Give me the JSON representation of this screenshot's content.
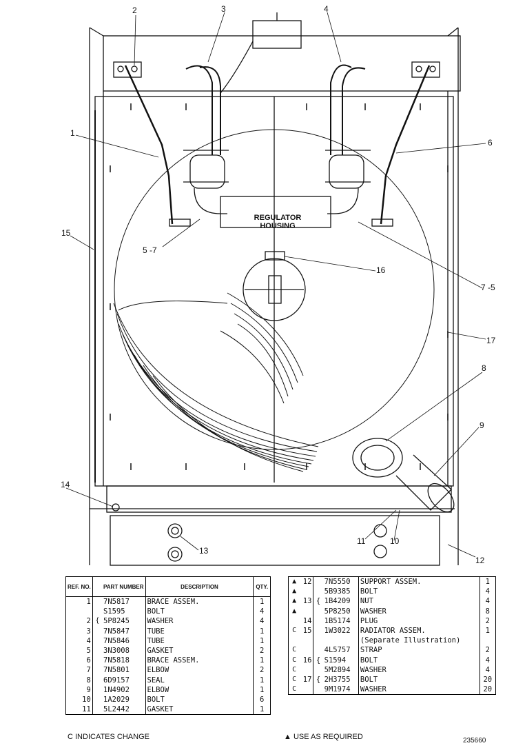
{
  "drawing": {
    "label_regulator": "REGULATOR",
    "label_housing": "HOUSING",
    "callouts": [
      {
        "id": "c2",
        "text": "2"
      },
      {
        "id": "c3",
        "text": "3"
      },
      {
        "id": "c4",
        "text": "4"
      },
      {
        "id": "c1",
        "text": "1"
      },
      {
        "id": "c6",
        "text": "6"
      },
      {
        "id": "c15",
        "text": "15"
      },
      {
        "id": "c57",
        "text": "5 -7"
      },
      {
        "id": "c75",
        "text": "7 -5"
      },
      {
        "id": "c16",
        "text": "16"
      },
      {
        "id": "c17",
        "text": "17"
      },
      {
        "id": "c8",
        "text": "8"
      },
      {
        "id": "c9",
        "text": "9"
      },
      {
        "id": "c14",
        "text": "14"
      },
      {
        "id": "c13",
        "text": "13"
      },
      {
        "id": "c11",
        "text": "11"
      },
      {
        "id": "c10",
        "text": "10"
      },
      {
        "id": "c12",
        "text": "12"
      }
    ]
  },
  "left_table": {
    "headers": {
      "ref": "REF. NO.",
      "part": "PART NUMBER",
      "desc": "DESCRIPTION",
      "qty": "QTY."
    },
    "rows": [
      {
        "ref": "1",
        "grp": "",
        "pn": "7N5817",
        "desc": "BRACE ASSEM.",
        "qty": "1"
      },
      {
        "ref": "",
        "grp": "",
        "pn": "S1595",
        "desc": "BOLT",
        "qty": "4"
      },
      {
        "ref": "2",
        "grp": "{",
        "pn": "5P8245",
        "desc": "WASHER",
        "qty": "4"
      },
      {
        "ref": "3",
        "grp": "",
        "pn": "7N5847",
        "desc": "TUBE",
        "qty": "1"
      },
      {
        "ref": "4",
        "grp": "",
        "pn": "7N5846",
        "desc": "TUBE",
        "qty": "1"
      },
      {
        "ref": "5",
        "grp": "",
        "pn": "3N3008",
        "desc": "GASKET",
        "qty": "2"
      },
      {
        "ref": "6",
        "grp": "",
        "pn": "7N5818",
        "desc": "BRACE ASSEM.",
        "qty": "1"
      },
      {
        "ref": "7",
        "grp": "",
        "pn": "7N5801",
        "desc": "ELBOW",
        "qty": "2"
      },
      {
        "ref": "8",
        "grp": "",
        "pn": "6D9157",
        "desc": "SEAL",
        "qty": "1"
      },
      {
        "ref": "9",
        "grp": "",
        "pn": "1N4902",
        "desc": "ELBOW",
        "qty": "1"
      },
      {
        "ref": "10",
        "grp": "",
        "pn": "1A2029",
        "desc": "BOLT",
        "qty": "6"
      },
      {
        "ref": "11",
        "grp": "",
        "pn": "5L2442",
        "desc": "GASKET",
        "qty": "1"
      }
    ]
  },
  "right_table": {
    "rows": [
      {
        "ch": "▲",
        "ref": "12",
        "grp": "",
        "pn": "7N5550",
        "desc": "SUPPORT ASSEM.",
        "qty": "1"
      },
      {
        "ch": "▲",
        "ref": "",
        "grp": "",
        "pn": "5B9385",
        "desc": "BOLT",
        "qty": "4"
      },
      {
        "ch": "▲",
        "ref": "13",
        "grp": "{",
        "pn": "1B4209",
        "desc": "NUT",
        "qty": "4"
      },
      {
        "ch": "▲",
        "ref": "",
        "grp": "",
        "pn": "5P8250",
        "desc": "WASHER",
        "qty": "8"
      },
      {
        "ch": "",
        "ref": "14",
        "grp": "",
        "pn": "1B5174",
        "desc": "PLUG",
        "qty": "2"
      },
      {
        "ch": "C",
        "ref": "15",
        "grp": "",
        "pn": "1W3022",
        "desc": "RADIATOR ASSEM.",
        "qty": "1"
      },
      {
        "ch": "",
        "ref": "",
        "grp": "",
        "pn": "",
        "desc": "(Separate Illustration)",
        "qty": ""
      },
      {
        "ch": "C",
        "ref": "",
        "grp": "",
        "pn": "4L5757",
        "desc": "STRAP",
        "qty": "2"
      },
      {
        "ch": "C",
        "ref": "16",
        "grp": "{",
        "pn": "S1594",
        "desc": "BOLT",
        "qty": "4"
      },
      {
        "ch": "C",
        "ref": "",
        "grp": "",
        "pn": "5M2894",
        "desc": "WASHER",
        "qty": "4"
      },
      {
        "ch": "C",
        "ref": "17",
        "grp": "{",
        "pn": "2H3755",
        "desc": "BOLT",
        "qty": "20"
      },
      {
        "ch": "C",
        "ref": "",
        "grp": "",
        "pn": "9M1974",
        "desc": "WASHER",
        "qty": "20"
      }
    ]
  },
  "footer": {
    "left_note": "C  INDICATES CHANGE",
    "right_note": "▲ USE AS REQUIRED",
    "figure_number": "235660"
  }
}
